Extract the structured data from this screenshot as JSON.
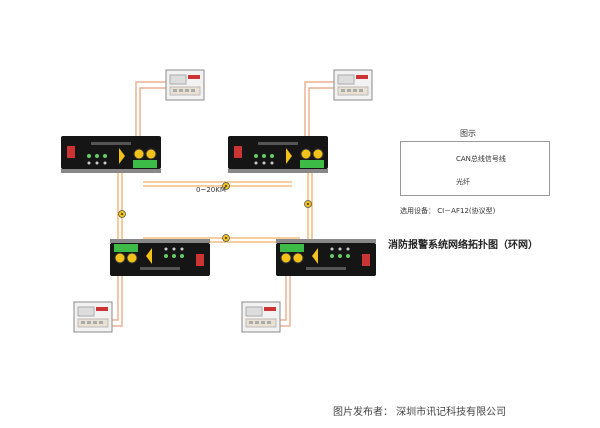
{
  "diagram": {
    "title": "消防报警系统网络拓扑图（环网）",
    "distance_label": "0~20KM",
    "equipment_note": "选用设备： CI－AF12(协议型)",
    "footer": "图片发布者： 深圳市讯记科技有限公司",
    "legend": {
      "heading": "图示",
      "items": [
        {
          "label": "CAN总线信号线",
          "color": "#e6a07a"
        },
        {
          "label": "光纤",
          "color": "#f0b068"
        }
      ]
    },
    "colors": {
      "can_line": "#e6a07a",
      "fiber_line": "#f0b068",
      "device_body": "#151515",
      "terminal_green": "#3cbc46",
      "port_yellow": "#f2c21a",
      "panel_border": "#8a8a8a"
    }
  }
}
